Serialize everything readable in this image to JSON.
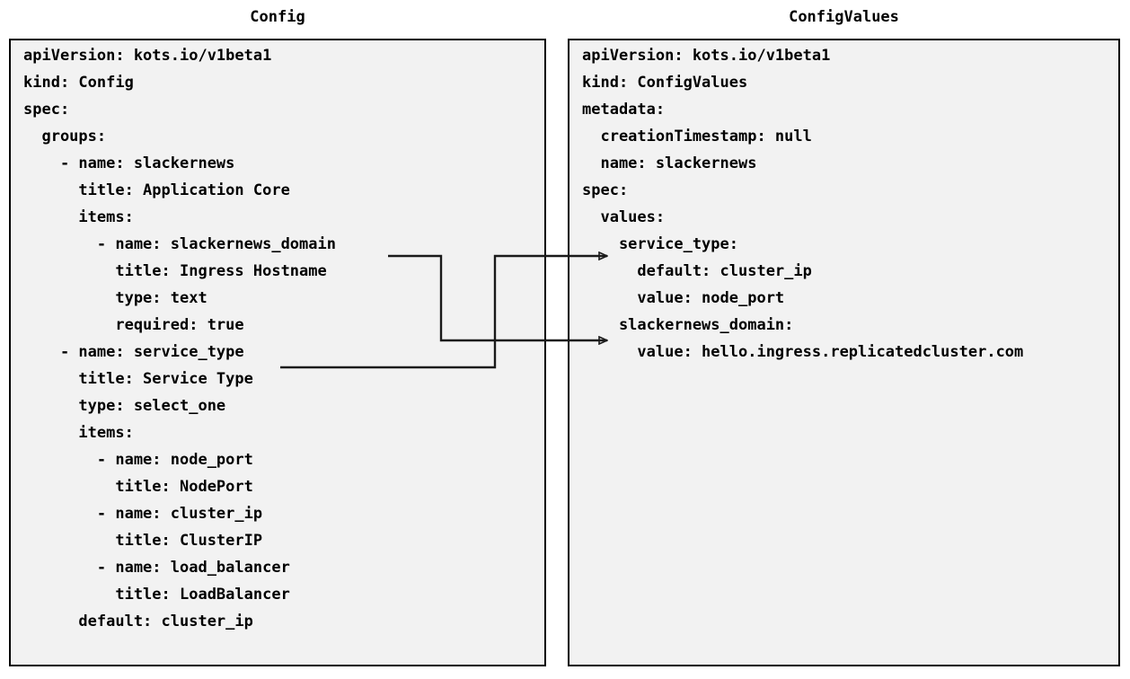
{
  "diagram": {
    "type": "yaml-mapping-diagram",
    "background": "#ffffff",
    "panel_fill": "#f2f2f2",
    "panel_border": "#000000",
    "connector_color": "#1a1a1a"
  },
  "panels": {
    "left": {
      "title": "Config",
      "lines": [
        "apiVersion: kots.io/v1beta1",
        "kind: Config",
        "spec:",
        "  groups:",
        "    - name: slackernews",
        "      title: Application Core",
        "      items:",
        "        - name: slackernews_domain",
        "          title: Ingress Hostname",
        "          type: text",
        "          required: true",
        "    - name: service_type",
        "      title: Service Type",
        "      type: select_one",
        "      items:",
        "        - name: node_port",
        "          title: NodePort",
        "        - name: cluster_ip",
        "          title: ClusterIP",
        "        - name: load_balancer",
        "          title: LoadBalancer",
        "      default: cluster_ip"
      ]
    },
    "right": {
      "title": "ConfigValues",
      "lines": [
        "apiVersion: kots.io/v1beta1",
        "kind: ConfigValues",
        "metadata:",
        "  creationTimestamp: null",
        "  name: slackernews",
        "spec:",
        "  values:",
        "    service_type:",
        "      default: cluster_ip",
        "      value: node_port",
        "    slackernews_domain:",
        "      value: hello.ingress.replicatedcluster.com"
      ]
    }
  },
  "connectors": [
    {
      "name": "slackernews-domain-link",
      "from_label": "slackernews_domain",
      "to_label": "slackernews_domain:",
      "arrow": "open-triangle"
    },
    {
      "name": "service-type-link",
      "from_label": "service_type",
      "to_label": "service_type:",
      "arrow": "open-triangle"
    }
  ]
}
